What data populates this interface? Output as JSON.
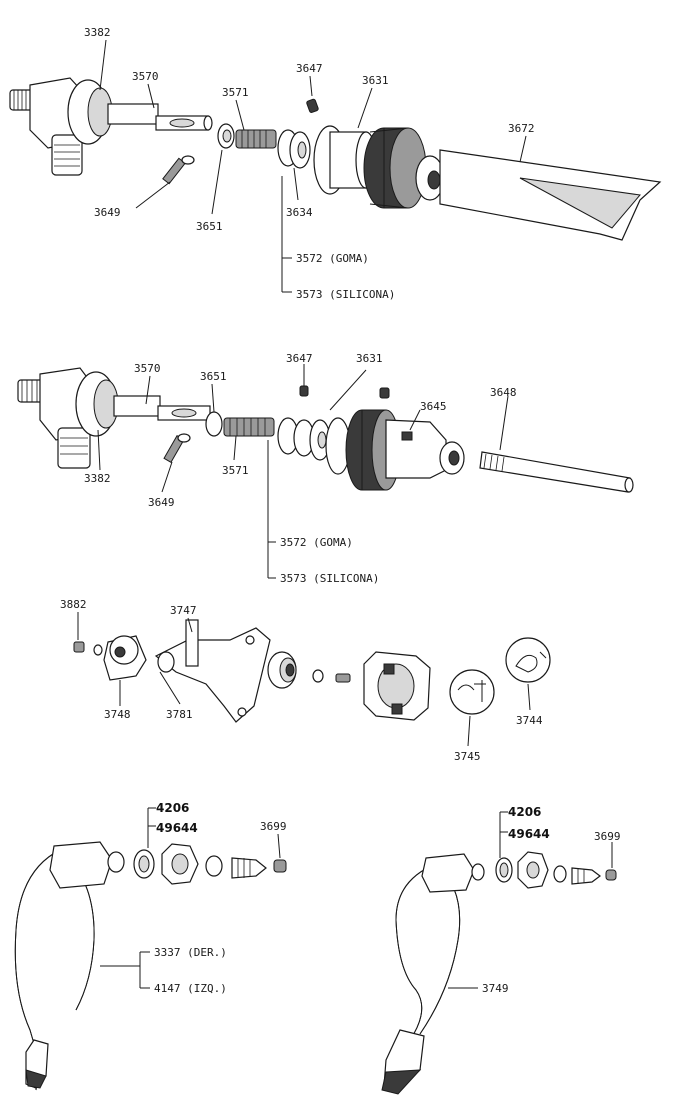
{
  "groups": [
    {
      "id": "nozzle-assembly-top",
      "labels": [
        "3382",
        "3570",
        "3647",
        "3631",
        "3571",
        "3672",
        "3649",
        "3651",
        "3634",
        "3572 (GOMA)",
        "3573 (SILICONA)"
      ]
    },
    {
      "id": "nozzle-assembly-middle",
      "labels": [
        "3570",
        "3651",
        "3647",
        "3631",
        "3645",
        "3648",
        "3382",
        "3571",
        "3649",
        "3572 (GOMA)",
        "3573 (SILICONA)"
      ]
    },
    {
      "id": "valve-assembly",
      "labels": [
        "3882",
        "3747",
        "3748",
        "3781",
        "3745",
        "3744"
      ]
    },
    {
      "id": "pipe-assembly-left",
      "labels": [
        "4206",
        "49644",
        "3699",
        "3337 (DER.)",
        "4147 (IZQ.)"
      ]
    },
    {
      "id": "pipe-assembly-right",
      "labels": [
        "4206",
        "49644",
        "3699",
        "3749"
      ]
    }
  ],
  "labels": {
    "a_3382": "3382",
    "a_3570": "3570",
    "a_3647": "3647",
    "a_3631": "3631",
    "a_3571": "3571",
    "a_3672": "3672",
    "a_3649": "3649",
    "a_3651": "3651",
    "a_3634": "3634",
    "a_3572": "3572 (GOMA)",
    "a_3573": "3573 (SILICONA)",
    "b_3570": "3570",
    "b_3651": "3651",
    "b_3647": "3647",
    "b_3631": "3631",
    "b_3645": "3645",
    "b_3648": "3648",
    "b_3382": "3382",
    "b_3571": "3571",
    "b_3649": "3649",
    "b_3572": "3572 (GOMA)",
    "b_3573": "3573 (SILICONA)",
    "c_3882": "3882",
    "c_3747": "3747",
    "c_3748": "3748",
    "c_3781": "3781",
    "c_3745": "3745",
    "c_3744": "3744",
    "d_4206": "4206",
    "d_49644": "49644",
    "d_3699": "3699",
    "d_3337": "3337 (DER.)",
    "d_4147": "4147 (IZQ.)",
    "e_4206": "4206",
    "e_49644": "49644",
    "e_3699": "3699",
    "e_3749": "3749"
  }
}
